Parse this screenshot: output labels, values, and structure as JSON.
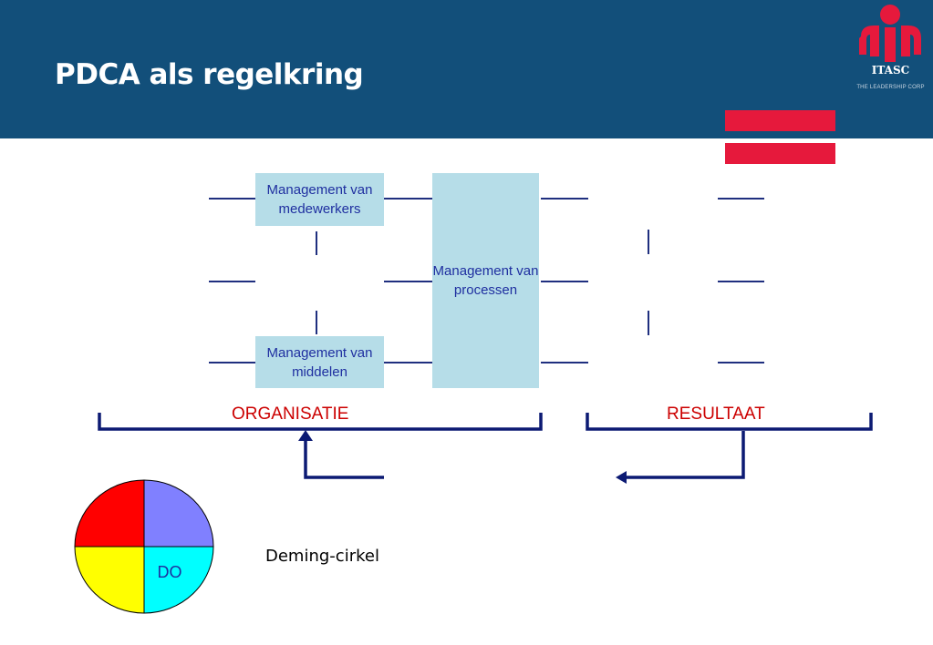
{
  "slide": {
    "title": "PDCA als regelkring"
  },
  "logo": {
    "name": "ITASC",
    "tagline": "THE LEADERSHIP CORP",
    "color": "#E6193C"
  },
  "diagram": {
    "box_medewerkers": "Management van medewerkers",
    "box_processen": "Management van processen",
    "box_middelen": "Management van middelen",
    "label_organisatie": "ORGANISATIE",
    "label_resultaat": "RESULTAAT",
    "box_color": "#B6DDE8",
    "line_color": "#1F2F7F",
    "label_color": "#CC0000"
  },
  "deming": {
    "caption": "Deming-cirkel",
    "active_quadrant_label": "DO",
    "quadrant_colors": {
      "top_left": "#FF0000",
      "top_right": "#8080FF",
      "bottom_left": "#FFFF00",
      "bottom_right": "#00FFFF"
    }
  }
}
